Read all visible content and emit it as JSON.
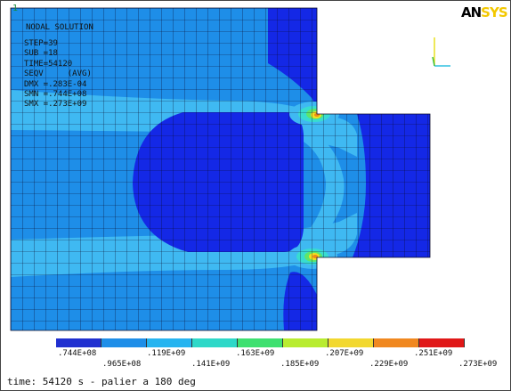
{
  "window_number": "1",
  "title": "NODAL SOLUTION",
  "logo": {
    "bold": "AN",
    "faded": "SYS"
  },
  "info": {
    "step": "STEP=39",
    "sub": "SUB =18",
    "time": "TIME=54120",
    "seqv": "SEQV     (AVG)",
    "dmx": "DMX =.283E-04",
    "smn": "SMN =.744E+08",
    "smx": "SMX =.273E+09"
  },
  "legend": {
    "colors": [
      "#2030d0",
      "#1e8ee8",
      "#26b4f0",
      "#2ed8c8",
      "#3ee070",
      "#b8ec30",
      "#f2d830",
      "#f08820",
      "#e01818"
    ],
    "labels_top": [
      ".744E+08",
      ".119E+09",
      ".163E+09",
      ".207E+09",
      ".251E+09"
    ],
    "labels_bottom": [
      ".965E+08",
      ".141E+09",
      ".185E+09",
      ".229E+09",
      ".273E+09"
    ]
  },
  "footer": "time: 54120 s - palier a 180 deg",
  "contour_colors": {
    "dark": "#1428e6",
    "mid": "#1e8ee8",
    "light": "#3fb9f2",
    "cyan": "#38dcd0",
    "green": "#5ee66a",
    "yellow": "#f0e020",
    "orange": "#f08a18",
    "red": "#e01818"
  }
}
